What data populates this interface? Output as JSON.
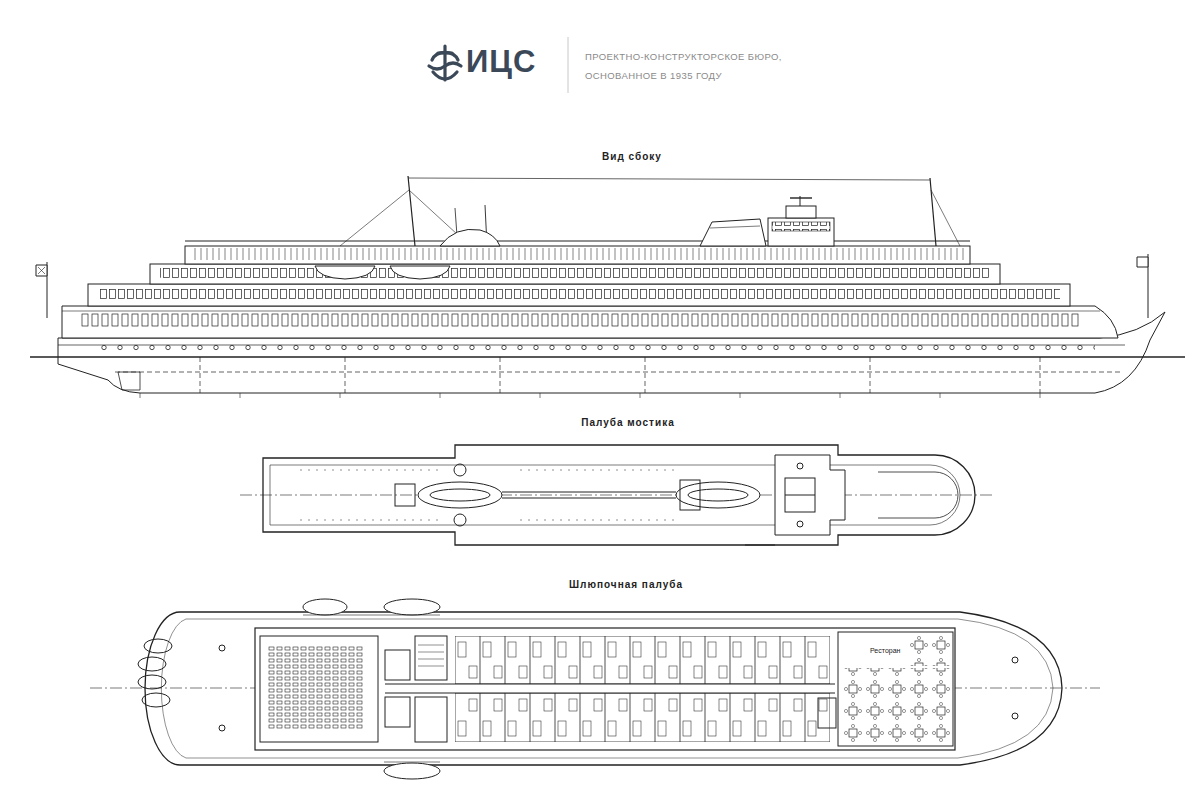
{
  "diagram": {
    "labels": [
      "ИЦС",
      "ПРОЕКТНО-КОНСТРУКТОРСКОЕ БЮРО,",
      "ОСНОВАННОЕ В 1935 ГОДУ",
      "Вид сбоку",
      "Палуба мостика",
      "Шлюпочная палуба",
      "Ресторан"
    ]
  }
}
